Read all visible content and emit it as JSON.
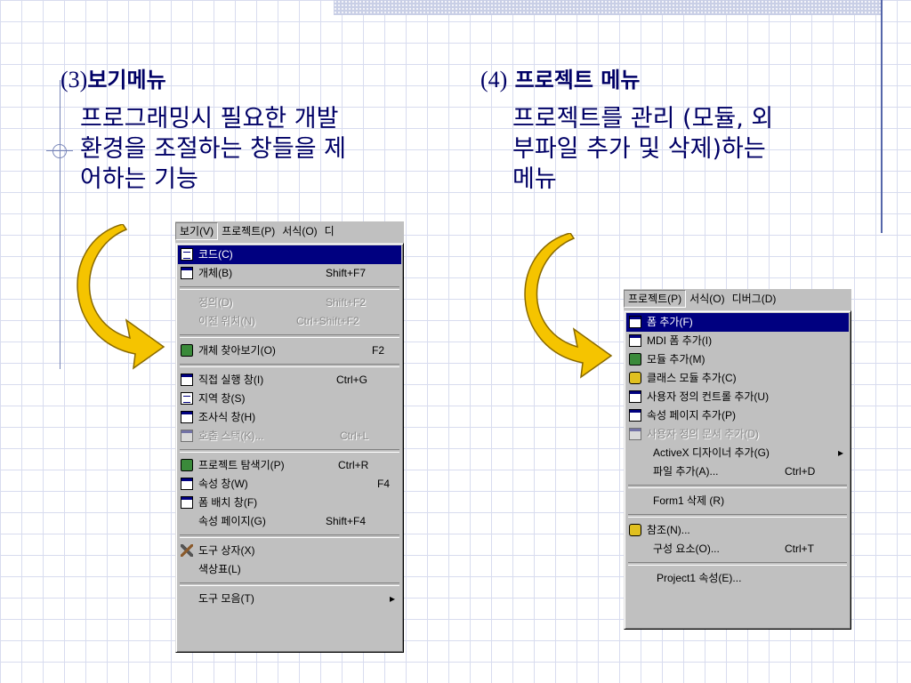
{
  "left": {
    "heading_num": "(3)",
    "heading_text": "보기메뉴",
    "desc_lines": [
      "프로그래밍시 필요한 개발",
      "환경을 조절하는 창들을 제",
      "어하는 기능"
    ]
  },
  "right": {
    "heading_num": "(4)",
    "heading_text": "프로젝트 메뉴",
    "desc_lines": [
      "프로젝트를 관리 (모듈, 외",
      "부파일 추가 및 삭제)하는",
      "메뉴"
    ]
  },
  "view_menu": {
    "menubar": [
      "보기(V)",
      "프로젝트(P)",
      "서식(O)",
      "디"
    ],
    "items": [
      {
        "label": "코드(C)",
        "shortcut": "",
        "icon": "code-window-icon",
        "state": "highlighted"
      },
      {
        "label": "개체(B)",
        "shortcut": "Shift+F7",
        "icon": "form-object-icon",
        "state": "normal"
      },
      {
        "label": "정의(D)",
        "shortcut": "Shift+F2",
        "icon": "",
        "state": "disabled"
      },
      {
        "label": "이전 위치(N)",
        "shortcut": "Ctrl+Shift+F2",
        "icon": "",
        "state": "disabled"
      },
      {
        "label": "개체 찾아보기(O)",
        "shortcut": "F2",
        "icon": "object-browser-icon",
        "state": "normal"
      },
      {
        "label": "직접 실행 창(I)",
        "shortcut": "Ctrl+G",
        "icon": "immediate-window-icon",
        "state": "normal"
      },
      {
        "label": "지역 창(S)",
        "shortcut": "",
        "icon": "locals-window-icon",
        "state": "normal"
      },
      {
        "label": "조사식 창(H)",
        "shortcut": "",
        "icon": "watch-window-icon",
        "state": "normal"
      },
      {
        "label": "호출 스택(K)...",
        "shortcut": "Ctrl+L",
        "icon": "call-stack-icon",
        "state": "disabled"
      },
      {
        "label": "프로젝트 탐색기(P)",
        "shortcut": "Ctrl+R",
        "icon": "project-explorer-icon",
        "state": "normal"
      },
      {
        "label": "속성 창(W)",
        "shortcut": "F4",
        "icon": "properties-window-icon",
        "state": "normal"
      },
      {
        "label": "폼 배치 창(F)",
        "shortcut": "",
        "icon": "form-layout-icon",
        "state": "normal"
      },
      {
        "label": "속성 페이지(G)",
        "shortcut": "Shift+F4",
        "icon": "",
        "state": "normal"
      },
      {
        "label": "도구 상자(X)",
        "shortcut": "",
        "icon": "toolbox-icon",
        "state": "normal"
      },
      {
        "label": "색상표(L)",
        "shortcut": "",
        "icon": "",
        "state": "normal"
      },
      {
        "label": "도구 모음(T)",
        "shortcut": "▸",
        "icon": "",
        "state": "normal"
      }
    ]
  },
  "project_menu": {
    "menubar": [
      "프로젝트(P)",
      "서식(O)",
      "디버그(D)"
    ],
    "items": [
      {
        "label": "폼 추가(F)",
        "shortcut": "",
        "icon": "add-form-icon",
        "state": "highlighted"
      },
      {
        "label": "MDI 폼 추가(I)",
        "shortcut": "",
        "icon": "add-mdi-form-icon",
        "state": "normal"
      },
      {
        "label": "모듈 추가(M)",
        "shortcut": "",
        "icon": "add-module-icon",
        "state": "normal"
      },
      {
        "label": "클래스 모듈 추가(C)",
        "shortcut": "",
        "icon": "add-class-module-icon",
        "state": "normal"
      },
      {
        "label": "사용자 정의 컨트롤 추가(U)",
        "shortcut": "",
        "icon": "add-user-control-icon",
        "state": "normal"
      },
      {
        "label": "속성 페이지 추가(P)",
        "shortcut": "",
        "icon": "add-property-page-icon",
        "state": "normal"
      },
      {
        "label": "사용자 정의 문서 추가(D)",
        "shortcut": "",
        "icon": "add-user-document-icon",
        "state": "disabled"
      },
      {
        "label": "ActiveX 디자이너 추가(G)",
        "shortcut": "▸",
        "icon": "",
        "state": "normal"
      },
      {
        "label": "파일 추가(A)...",
        "shortcut": "Ctrl+D",
        "icon": "",
        "state": "normal"
      },
      {
        "label": "Form1 삭제 (R)",
        "shortcut": "",
        "icon": "",
        "state": "normal"
      },
      {
        "label": "참조(N)...",
        "shortcut": "",
        "icon": "references-icon",
        "state": "normal"
      },
      {
        "label": "구성 요소(O)...",
        "shortcut": "Ctrl+T",
        "icon": "",
        "state": "normal"
      },
      {
        "label": "Project1 속성(E)...",
        "shortcut": "",
        "icon": "",
        "state": "normal"
      }
    ]
  },
  "colors": {
    "text": "#000066",
    "highlight": "#000080",
    "arrow_fill": "#f5c400",
    "arrow_outline": "#8a6a00"
  }
}
